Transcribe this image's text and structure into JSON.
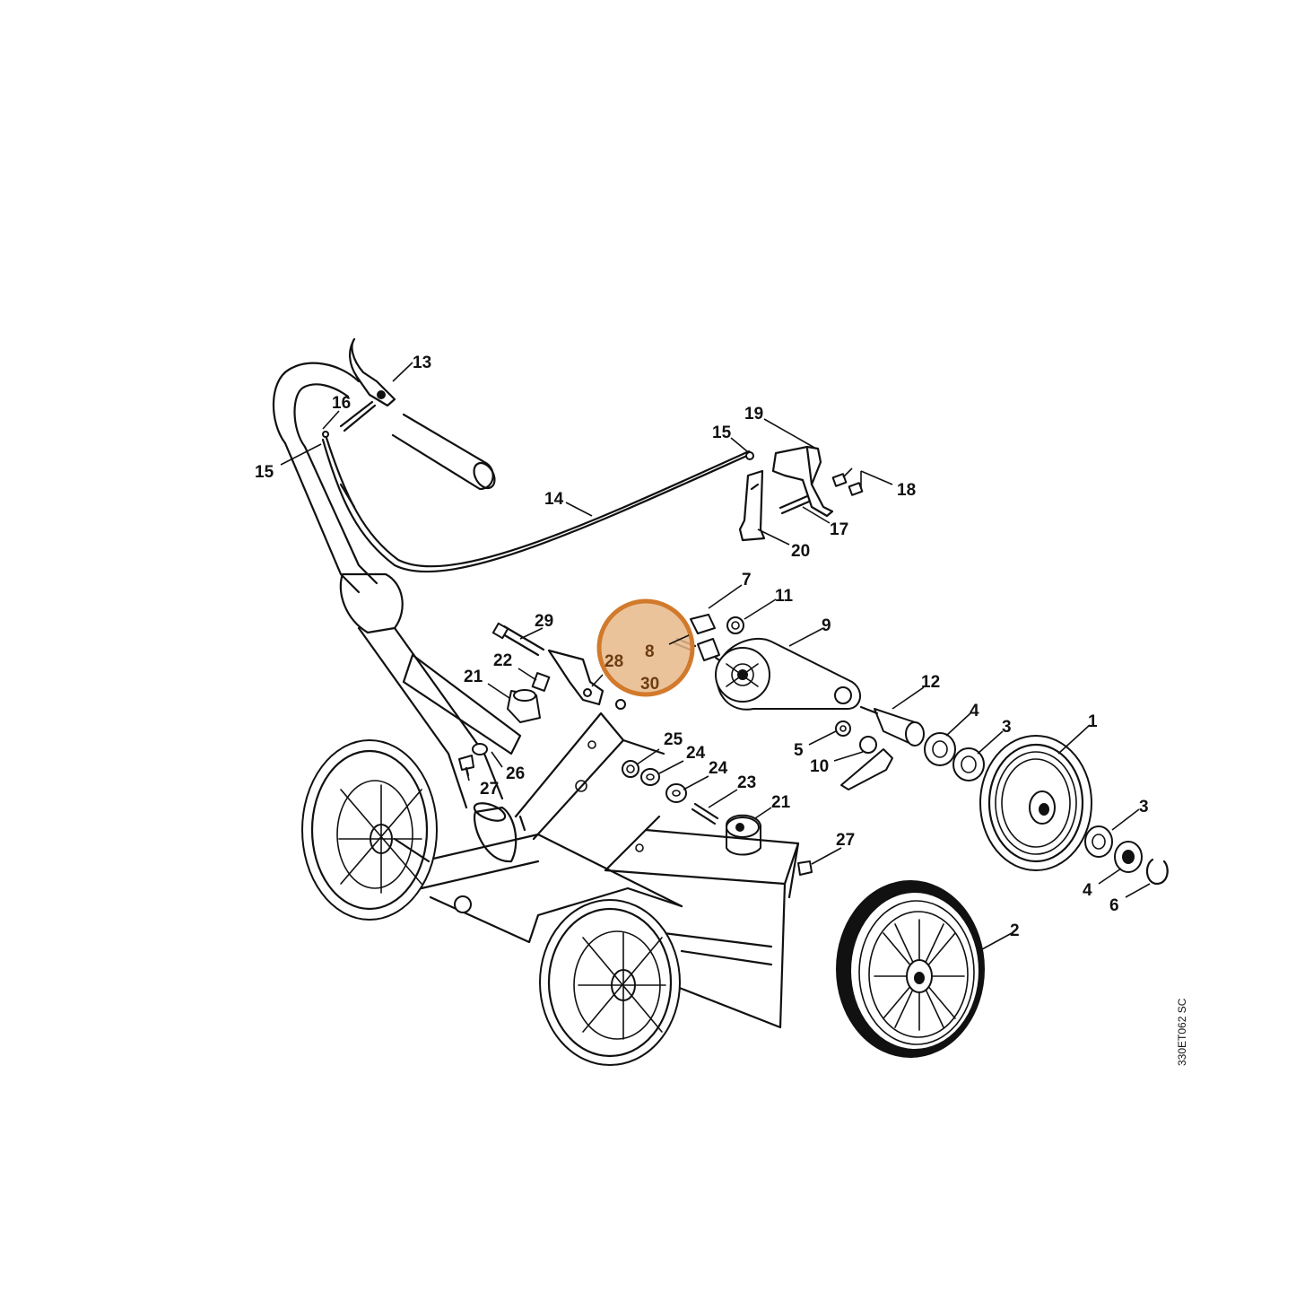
{
  "diagram": {
    "reference_code": "330ET062 SC",
    "highlight": {
      "color_fill": "#e8b98a",
      "color_stroke": "#d27a2c",
      "covers": [
        "8",
        "28",
        "30"
      ]
    },
    "part_numbers": [
      "1",
      "2",
      "3",
      "3",
      "4",
      "4",
      "5",
      "6",
      "7",
      "8",
      "9",
      "10",
      "11",
      "12",
      "13",
      "14",
      "15",
      "15",
      "16",
      "17",
      "18",
      "19",
      "20",
      "21",
      "21",
      "22",
      "23",
      "24",
      "24",
      "25",
      "26",
      "27",
      "27",
      "28",
      "29",
      "30"
    ]
  }
}
